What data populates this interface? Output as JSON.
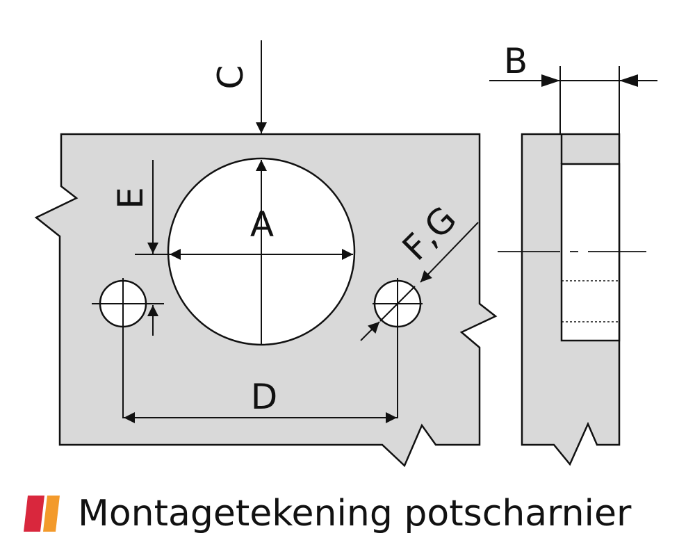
{
  "diagram": {
    "labels": {
      "a": "A",
      "b": "B",
      "c": "C",
      "d": "D",
      "e": "E",
      "fg": "F,G"
    },
    "colors": {
      "panel_fill": "#d9d9d9",
      "line": "#111111",
      "hole_fill": "#ffffff"
    }
  },
  "footer": {
    "caption": "Montagetekening potscharnier",
    "logo_icon": "brand-logo-icon",
    "logo_colors": [
      "#d9273d",
      "#f39a2b"
    ]
  }
}
